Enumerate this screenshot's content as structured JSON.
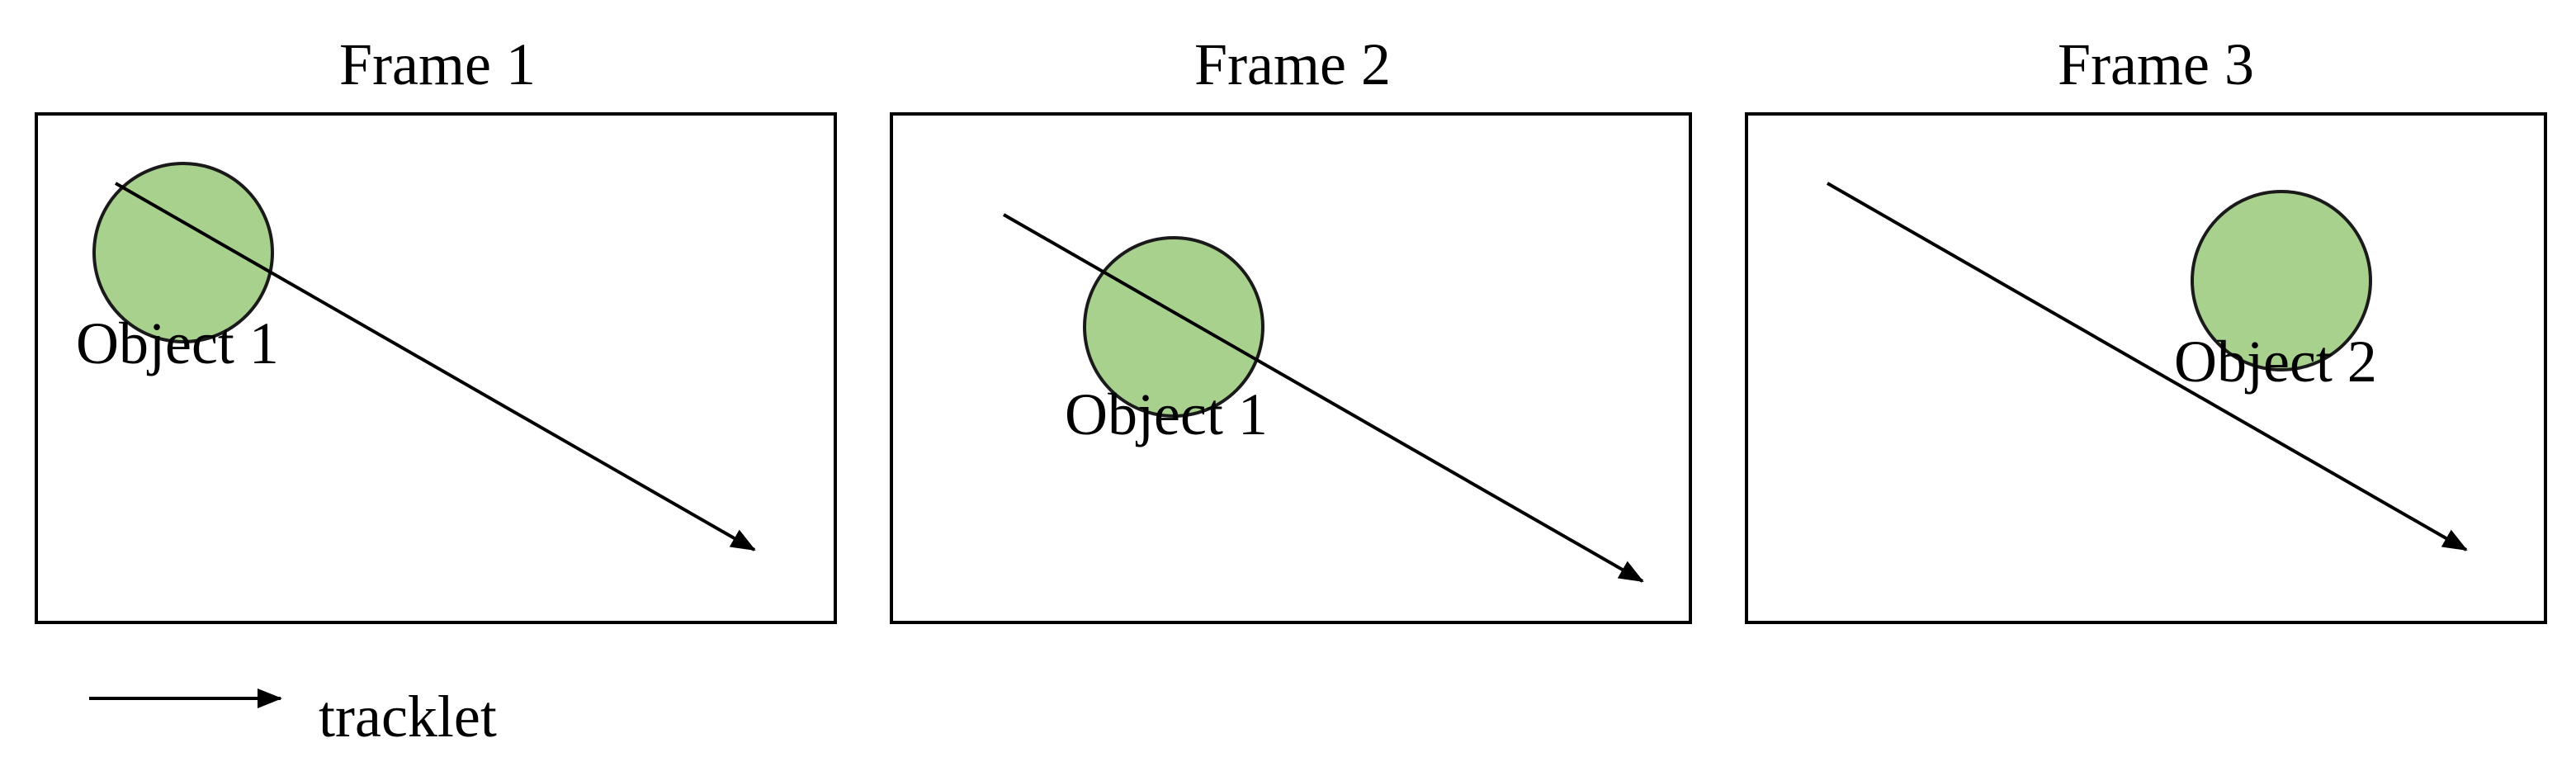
{
  "colors": {
    "object_fill": "#a9d18e",
    "stroke": "#000000"
  },
  "frames": [
    {
      "title": "Frame 1",
      "object_label": "Object 1"
    },
    {
      "title": "Frame 2",
      "object_label": "Object 1"
    },
    {
      "title": "Frame 3",
      "object_label": "Object 2"
    }
  ],
  "legend": {
    "label": "tracklet",
    "icon": "arrow-right-icon"
  }
}
